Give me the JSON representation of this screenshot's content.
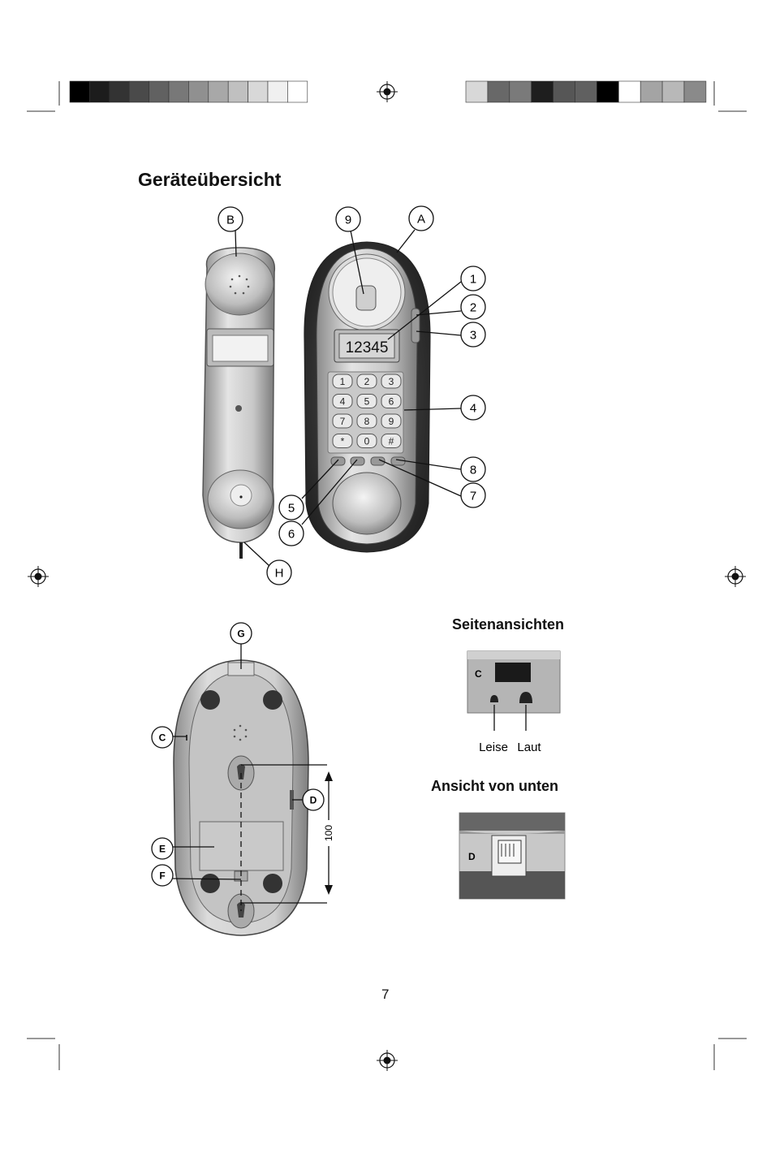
{
  "heading": "Geräteübersicht",
  "side_heading": "Seitenansichten",
  "bottom_heading": "Ansicht von unten",
  "page_number": "7",
  "display_digits": "12345",
  "callouts_top": [
    "B",
    "9",
    "A",
    "1",
    "2",
    "3",
    "4",
    "8",
    "7",
    "5",
    "6",
    "H"
  ],
  "callouts_bottom": [
    "G",
    "C",
    "D",
    "E",
    "F"
  ],
  "dimension_label": "100",
  "side_view": {
    "label": "C",
    "quiet": "Leise",
    "loud": "Laut"
  },
  "bottom_view": {
    "label": "D"
  },
  "keypad": [
    "1",
    "2",
    "3",
    "4",
    "5",
    "6",
    "7",
    "8",
    "9",
    "*",
    "0",
    "#"
  ],
  "color_bar_left": [
    "#000000",
    "#1c1c1c",
    "#333333",
    "#4a4a4a",
    "#616161",
    "#787878",
    "#909090",
    "#a8a8a8",
    "#c0c0c0",
    "#d8d8d8",
    "#f0f0f0",
    "#ffffff"
  ],
  "color_bar_right": [
    "#d8d8d8",
    "#686868",
    "#7a7a7a",
    "#1e1e1e",
    "#565656",
    "#606060",
    "#000000",
    "#ffffff",
    "#a4a4a4",
    "#b8b8b8",
    "#8a8a8a"
  ]
}
